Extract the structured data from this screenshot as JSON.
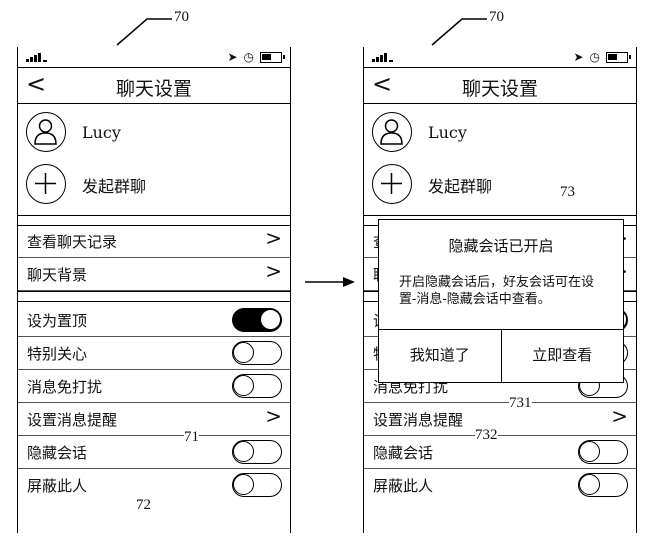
{
  "callouts": {
    "left_top": "70",
    "right_top": "70",
    "row_label": "71",
    "toggle_label": "72",
    "dialog_label": "73",
    "btn_left_label": "731",
    "btn_right_label": "732"
  },
  "phone": {
    "back_icon": "<",
    "title": "聊天设置",
    "profile": {
      "name": "Lucy",
      "group_chat": "发起群聊"
    },
    "rows": [
      {
        "label": "查看聊天记录",
        "type": "chevron"
      },
      {
        "label": "聊天背景",
        "type": "chevron"
      }
    ],
    "toggles": [
      {
        "label": "设为置顶",
        "on": true
      },
      {
        "label": "特别关心",
        "on": false
      },
      {
        "label": "消息免打扰",
        "on": false
      },
      {
        "label": "设置消息提醒",
        "type": "chevron"
      },
      {
        "label": "隐藏会话",
        "on": false
      },
      {
        "label": "屏蔽此人",
        "on": false
      }
    ]
  },
  "dialog": {
    "title": "隐藏会话已开启",
    "message": "开启隐藏会话后，好友会话可在设置-消息-隐藏会话中查看。",
    "btn_ok": "我知道了",
    "btn_view": "立即查看"
  }
}
